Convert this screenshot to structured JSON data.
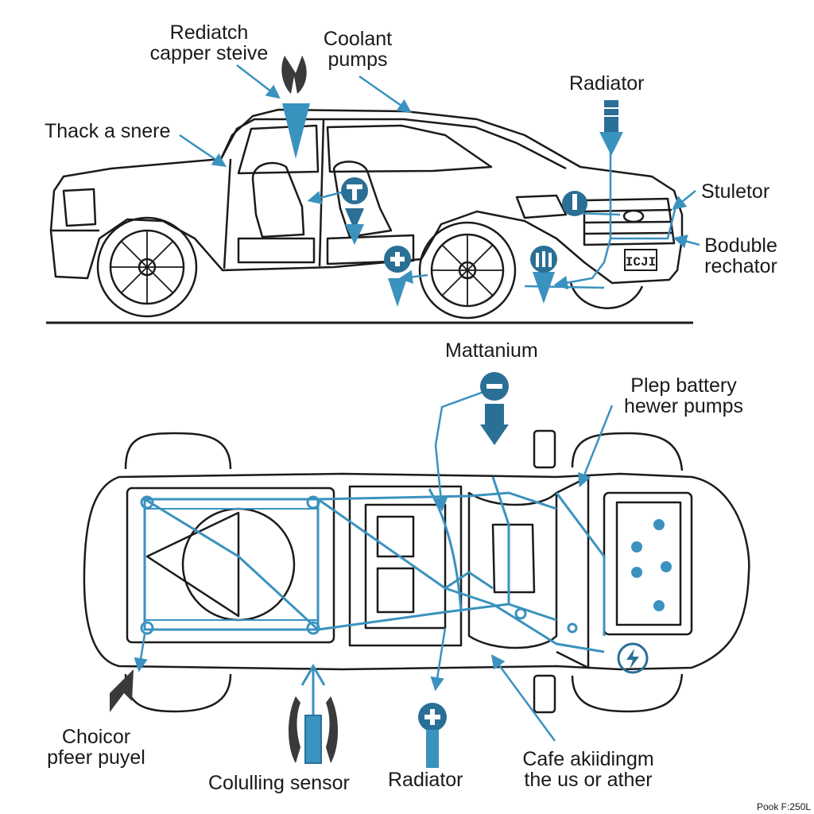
{
  "labels": {
    "rediatch": [
      "Rediatch",
      "capper steive"
    ],
    "coolant_pumps": [
      "Coolant",
      "pumps"
    ],
    "radiator_top": "Radiator",
    "thack": "Thack a snere",
    "stuletor": "Stuletor",
    "boduble": [
      "Boduble",
      "rechator"
    ],
    "mattanium": "Mattanium",
    "plep_battery": [
      "Plep battery",
      "hewer pumps"
    ],
    "choicor": [
      "Choicor",
      "pfeer puyel"
    ],
    "colulling_sensor": "Colulling sensor",
    "radiator_bottom": "Radiator",
    "cafe": [
      "Cafe akiidingm",
      "the us or ather"
    ],
    "plate_text": "ICJI",
    "corner_note": "Pook F:250L"
  },
  "colors": {
    "line": "#1b1b1b",
    "accent": "#3a92bf",
    "accent_dark": "#2a6f96",
    "accent_light": "#7fc0e0",
    "gray_arrow": "#3a3a3a"
  },
  "icons": [
    "wrench-icon",
    "plus-icon",
    "gear-icon",
    "minus-icon",
    "plus-icon",
    "bolt-icon",
    "pin-icon",
    "fan-icon"
  ]
}
